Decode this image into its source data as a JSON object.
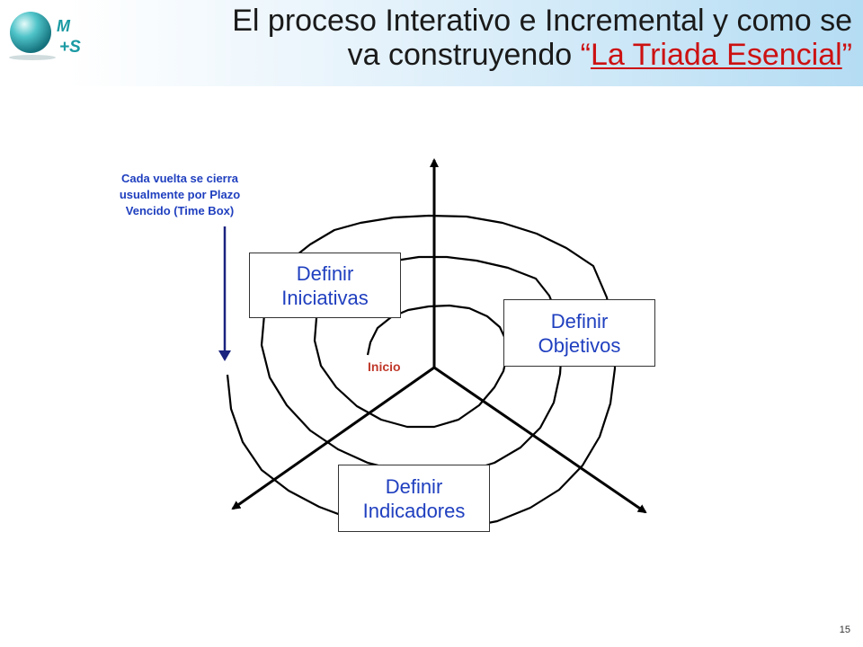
{
  "header": {
    "title_line1": "El proceso Interativo e Incremental y como se",
    "title_line2_prefix": "va construyendo ",
    "quote_open": "“",
    "title_accent": "La Triada Esencial",
    "quote_close": "”"
  },
  "logo": {
    "letter_top": "M",
    "letter_bottom": "+S"
  },
  "diagram": {
    "boxes": {
      "iniciativas": [
        "Definir",
        "Iniciativas"
      ],
      "objetivos": [
        "Definir",
        "Objetivos"
      ],
      "indicadores": [
        "Definir",
        "Indicadores"
      ]
    },
    "note": [
      "Cada vuelta se cierra",
      "usualmente por Plazo",
      "Vencido (Time Box)"
    ],
    "start_label": "Inicio"
  },
  "footer": {
    "page_number": "15"
  },
  "colors": {
    "title_accent": "#cc1111",
    "box_text": "#1f3fbf",
    "note_text": "#1f3fbf",
    "note_arrow": "#1a237e",
    "start_label": "#c0392b",
    "lines": "#000000"
  }
}
